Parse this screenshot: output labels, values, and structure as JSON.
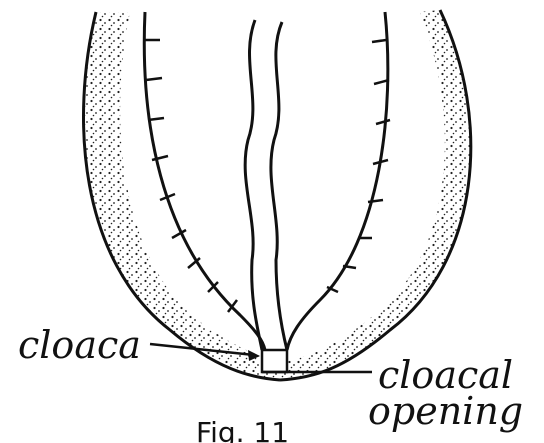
{
  "diagram": {
    "labels": {
      "cloaca": "cloaca",
      "cloacal_line1": "cloacal",
      "cloacal_line2": "opening",
      "figure_caption": "Fig. 11"
    }
  }
}
